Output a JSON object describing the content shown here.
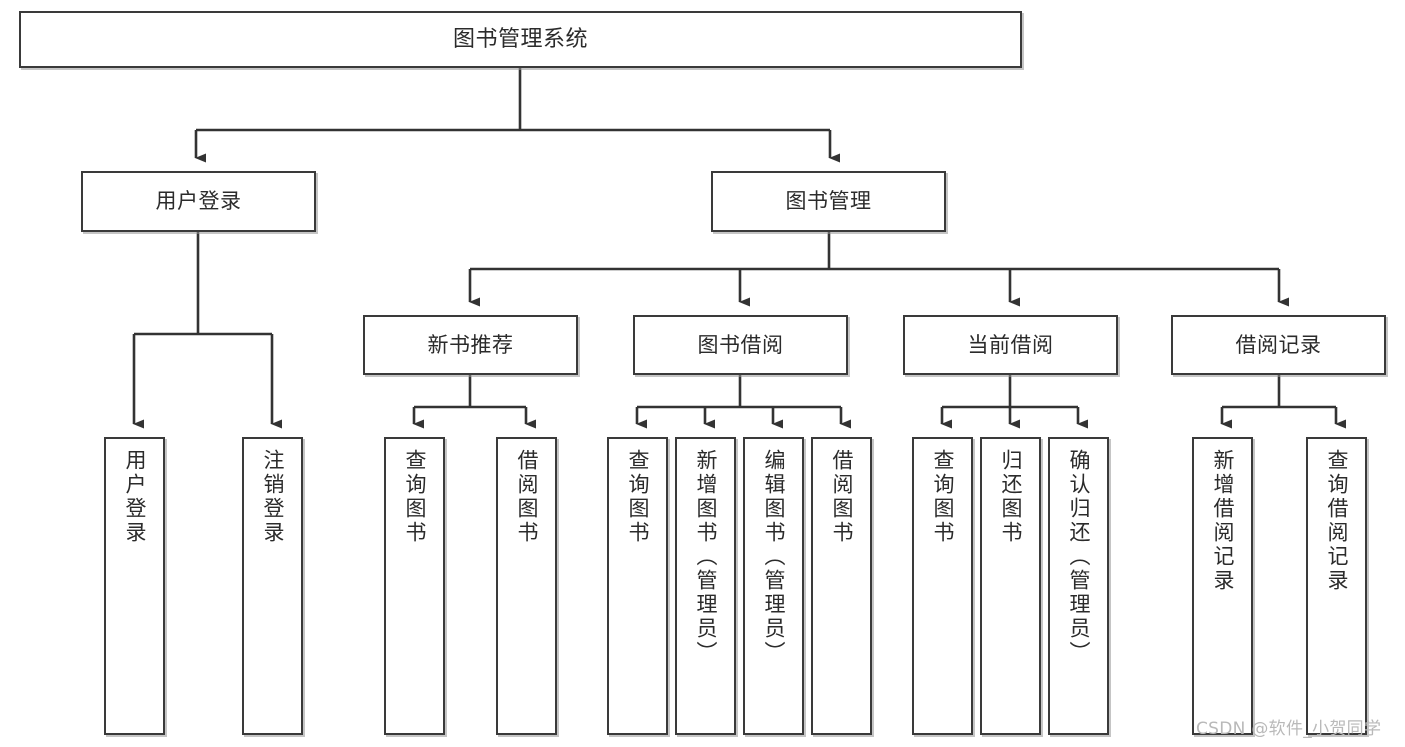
{
  "diagram": {
    "title": "图书管理系统",
    "type": "tree-hierarchy-diagram",
    "watermark": "CSDN @软件_小贺同学",
    "colors": {
      "box_border": "#3a3a3a",
      "box_fill": "#ffffff",
      "connector": "#333333",
      "text": "#2b2b2b",
      "watermark": "#b9b9b9",
      "shadow": "#969696"
    },
    "nodes": {
      "root": {
        "label": "图书管理系统"
      },
      "level2": [
        {
          "id": "user-login",
          "label": "用户登录"
        },
        {
          "id": "book-management",
          "label": "图书管理"
        }
      ],
      "level3": [
        {
          "id": "new-book-recommend",
          "label": "新书推荐"
        },
        {
          "id": "book-borrow",
          "label": "图书借阅"
        },
        {
          "id": "current-borrow",
          "label": "当前借阅"
        },
        {
          "id": "borrow-record",
          "label": "借阅记录"
        }
      ],
      "leaves": {
        "user_login": [
          {
            "id": "leaf-user-login",
            "label": "用户登录"
          },
          {
            "id": "leaf-logout-login",
            "label": "注销登录"
          }
        ],
        "new_book_recommend": [
          {
            "id": "leaf-query-book-1",
            "label": "查询图书"
          },
          {
            "id": "leaf-borrow-book-1",
            "label": "借阅图书"
          }
        ],
        "book_borrow": [
          {
            "id": "leaf-query-book-2",
            "label": "查询图书"
          },
          {
            "id": "leaf-add-book",
            "label": "新增图书（管理员）"
          },
          {
            "id": "leaf-edit-book",
            "label": "编辑图书（管理员）"
          },
          {
            "id": "leaf-borrow-book-2",
            "label": "借阅图书"
          }
        ],
        "current_borrow": [
          {
            "id": "leaf-query-book-3",
            "label": "查询图书"
          },
          {
            "id": "leaf-return-book",
            "label": "归还图书"
          },
          {
            "id": "leaf-confirm-return",
            "label": "确认归还（管理员）"
          }
        ],
        "borrow_record": [
          {
            "id": "leaf-add-record",
            "label": "新增借阅记录"
          },
          {
            "id": "leaf-query-record",
            "label": "查询借阅记录"
          }
        ]
      }
    }
  }
}
